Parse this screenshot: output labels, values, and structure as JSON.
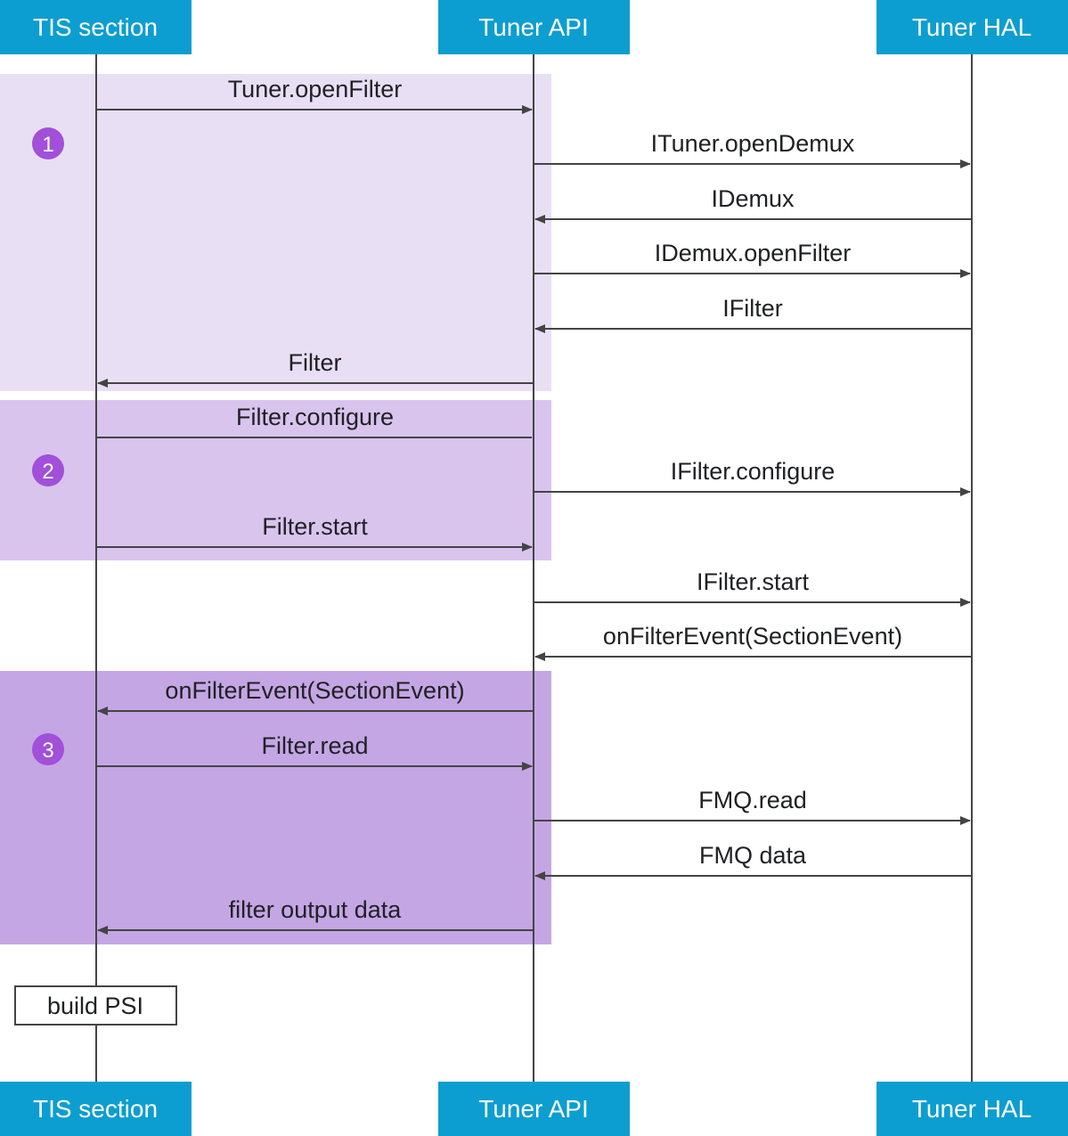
{
  "colors": {
    "header_bg": "#0C9ED0",
    "header_text": "#FFFFFF",
    "lifeline": "#444444",
    "arrow": "#444444",
    "step_badge": "#A24FD9",
    "section_1_bg": "#E8DFF5",
    "section_2_bg": "#D9C4EE",
    "section_3_bg": "#C4A6E4"
  },
  "participants": [
    {
      "id": "tis",
      "label": "TIS section"
    },
    {
      "id": "api",
      "label": "Tuner API"
    },
    {
      "id": "hal",
      "label": "Tuner HAL"
    }
  ],
  "sections": [
    {
      "step": "1"
    },
    {
      "step": "2"
    },
    {
      "step": "3"
    }
  ],
  "messages": [
    {
      "from": "tis",
      "to": "api",
      "label": "Tuner.openFilter"
    },
    {
      "from": "api",
      "to": "hal",
      "label": "ITuner.openDemux"
    },
    {
      "from": "hal",
      "to": "api",
      "label": "IDemux"
    },
    {
      "from": "api",
      "to": "hal",
      "label": "IDemux.openFilter"
    },
    {
      "from": "hal",
      "to": "api",
      "label": "IFilter"
    },
    {
      "from": "api",
      "to": "tis",
      "label": "Filter"
    },
    {
      "from": "tis",
      "to": "api",
      "label": "Filter.configure",
      "no_head": true
    },
    {
      "from": "api",
      "to": "hal",
      "label": "IFilter.configure"
    },
    {
      "from": "tis",
      "to": "api",
      "label": "Filter.start"
    },
    {
      "from": "api",
      "to": "hal",
      "label": "IFilter.start"
    },
    {
      "from": "hal",
      "to": "api",
      "label": "onFilterEvent(SectionEvent)"
    },
    {
      "from": "api",
      "to": "tis",
      "label": "onFilterEvent(SectionEvent)"
    },
    {
      "from": "tis",
      "to": "api",
      "label": "Filter.read"
    },
    {
      "from": "api",
      "to": "hal",
      "label": "FMQ.read"
    },
    {
      "from": "hal",
      "to": "api",
      "label": "FMQ data"
    },
    {
      "from": "api",
      "to": "tis",
      "label": "filter output data"
    }
  ],
  "note": {
    "participant": "tis",
    "label": "build PSI"
  }
}
